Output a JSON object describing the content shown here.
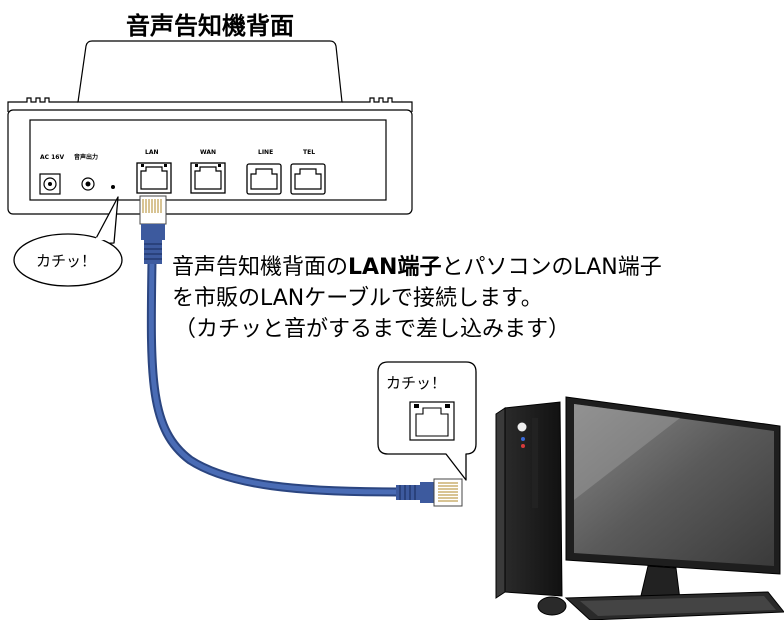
{
  "title": "音声告知機背面",
  "instruction": {
    "line1_pre": "音声告知機背面の",
    "line1_bold": "LAN端子",
    "line1_post": "とパソコンのLAN端子",
    "line2": "を市販のLANケーブルで接続します。",
    "line3": "（カチッと音がするまで差し込みます）"
  },
  "device_ports": {
    "power": "AC 16V",
    "audio_out": "音声出力",
    "lan": "LAN",
    "wan": "WAN",
    "line": "LINE",
    "tel": "TEL"
  },
  "callouts": {
    "device_click": "カチッ！",
    "pc_click": "カチッ！"
  },
  "colors": {
    "cable": "#3d5a9e",
    "cable_dark": "#2b4580",
    "monitor_frame": "#1e1e1e",
    "screen": "#5a5a5a"
  }
}
